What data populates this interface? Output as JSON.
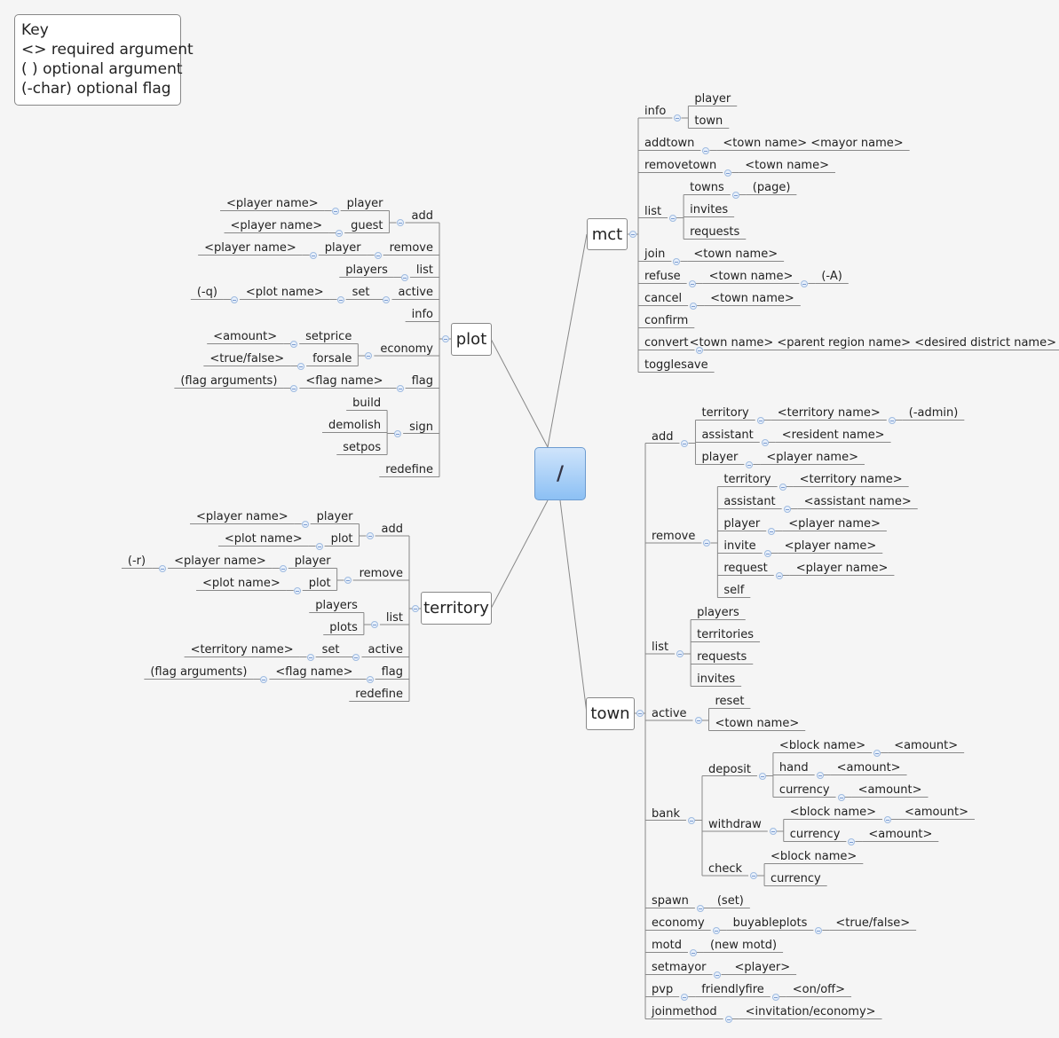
{
  "key": {
    "title": "Key",
    "lines": [
      "<> required argument",
      "( ) optional argument",
      "(-char) optional flag"
    ]
  },
  "root": {
    "label": "/"
  },
  "mct": {
    "label": "mct",
    "commands": [
      {
        "label": "info",
        "children": [
          {
            "label": "player"
          },
          {
            "label": "town"
          }
        ]
      },
      {
        "label": "addtown",
        "children": [
          {
            "label": "<town name> <mayor name>"
          }
        ]
      },
      {
        "label": "removetown",
        "children": [
          {
            "label": "<town name>"
          }
        ]
      },
      {
        "label": "list",
        "children": [
          {
            "label": "towns",
            "children": [
              {
                "label": "(page)"
              }
            ]
          },
          {
            "label": "invites"
          },
          {
            "label": "requests"
          }
        ]
      },
      {
        "label": "join",
        "children": [
          {
            "label": "<town name>"
          }
        ]
      },
      {
        "label": "refuse",
        "children": [
          {
            "label": "<town name>",
            "children": [
              {
                "label": "(-A)"
              }
            ]
          }
        ]
      },
      {
        "label": "cancel",
        "children": [
          {
            "label": "<town name>"
          }
        ]
      },
      {
        "label": "confirm"
      },
      {
        "label": "convert",
        "children": [
          {
            "label": "<town name> <parent region name> <desired district name>"
          }
        ]
      },
      {
        "label": "togglesave"
      }
    ]
  },
  "town": {
    "label": "town",
    "commands": [
      {
        "label": "add",
        "children": [
          {
            "label": "territory",
            "children": [
              {
                "label": "<territory name>",
                "children": [
                  {
                    "label": "(-admin)"
                  }
                ]
              }
            ]
          },
          {
            "label": "assistant",
            "children": [
              {
                "label": "<resident name>"
              }
            ]
          },
          {
            "label": "player",
            "children": [
              {
                "label": "<player name>"
              }
            ]
          }
        ]
      },
      {
        "label": "remove",
        "children": [
          {
            "label": "territory",
            "children": [
              {
                "label": "<territory name>"
              }
            ]
          },
          {
            "label": "assistant",
            "children": [
              {
                "label": "<assistant name>"
              }
            ]
          },
          {
            "label": "player",
            "children": [
              {
                "label": "<player name>"
              }
            ]
          },
          {
            "label": "invite",
            "children": [
              {
                "label": "<player name>"
              }
            ]
          },
          {
            "label": "request",
            "children": [
              {
                "label": "<player name>"
              }
            ]
          },
          {
            "label": "self"
          }
        ]
      },
      {
        "label": "list",
        "children": [
          {
            "label": "players"
          },
          {
            "label": "territories"
          },
          {
            "label": "requests"
          },
          {
            "label": "invites"
          }
        ]
      },
      {
        "label": "active",
        "children": [
          {
            "label": "reset"
          },
          {
            "label": "<town name>"
          }
        ]
      },
      {
        "label": "bank",
        "children": [
          {
            "label": "deposit",
            "children": [
              {
                "label": "<block name>",
                "children": [
                  {
                    "label": "<amount>"
                  }
                ]
              },
              {
                "label": "hand",
                "children": [
                  {
                    "label": "<amount>"
                  }
                ]
              },
              {
                "label": "currency",
                "children": [
                  {
                    "label": "<amount>"
                  }
                ]
              }
            ]
          },
          {
            "label": "withdraw",
            "children": [
              {
                "label": "<block name>",
                "children": [
                  {
                    "label": "<amount>"
                  }
                ]
              },
              {
                "label": "currency",
                "children": [
                  {
                    "label": "<amount>"
                  }
                ]
              }
            ]
          },
          {
            "label": "check",
            "children": [
              {
                "label": "<block name>"
              },
              {
                "label": "currency"
              }
            ]
          }
        ]
      },
      {
        "label": "spawn",
        "children": [
          {
            "label": "(set)"
          }
        ]
      },
      {
        "label": "economy",
        "children": [
          {
            "label": "buyableplots",
            "children": [
              {
                "label": "<true/false>"
              }
            ]
          }
        ]
      },
      {
        "label": "motd",
        "children": [
          {
            "label": "(new motd)"
          }
        ]
      },
      {
        "label": "setmayor",
        "children": [
          {
            "label": "<player>"
          }
        ]
      },
      {
        "label": "pvp",
        "children": [
          {
            "label": "friendlyfire",
            "children": [
              {
                "label": "<on/off>"
              }
            ]
          }
        ]
      },
      {
        "label": "joinmethod",
        "children": [
          {
            "label": "<invitation/economy>"
          }
        ]
      }
    ]
  },
  "plot": {
    "label": "plot",
    "commands": [
      {
        "label": "add",
        "children": [
          {
            "label": "player",
            "children": [
              {
                "label": "<player name>"
              }
            ]
          },
          {
            "label": "guest",
            "children": [
              {
                "label": "<player name>"
              }
            ]
          }
        ]
      },
      {
        "label": "remove",
        "children": [
          {
            "label": "player",
            "children": [
              {
                "label": "<player name>"
              }
            ]
          }
        ]
      },
      {
        "label": "list",
        "children": [
          {
            "label": "players"
          }
        ]
      },
      {
        "label": "active",
        "children": [
          {
            "label": "set",
            "children": [
              {
                "label": "<plot name>",
                "children": [
                  {
                    "label": "(-q)"
                  }
                ]
              }
            ]
          }
        ]
      },
      {
        "label": "info"
      },
      {
        "label": "economy",
        "children": [
          {
            "label": "setprice",
            "children": [
              {
                "label": "<amount>"
              }
            ]
          },
          {
            "label": "forsale",
            "children": [
              {
                "label": "<true/false>"
              }
            ]
          }
        ]
      },
      {
        "label": "flag",
        "children": [
          {
            "label": "<flag name>",
            "children": [
              {
                "label": "(flag arguments)"
              }
            ]
          }
        ]
      },
      {
        "label": "sign",
        "children": [
          {
            "label": "build"
          },
          {
            "label": "demolish"
          },
          {
            "label": "setpos"
          }
        ]
      },
      {
        "label": "redefine"
      }
    ]
  },
  "territory": {
    "label": "territory",
    "commands": [
      {
        "label": "add",
        "children": [
          {
            "label": "player",
            "children": [
              {
                "label": "<player name>"
              }
            ]
          },
          {
            "label": "plot",
            "children": [
              {
                "label": "<plot name>"
              }
            ]
          }
        ]
      },
      {
        "label": "remove",
        "children": [
          {
            "label": "player",
            "children": [
              {
                "label": "<player name>",
                "children": [
                  {
                    "label": "(-r)"
                  }
                ]
              }
            ]
          },
          {
            "label": "plot",
            "children": [
              {
                "label": "<plot name>"
              }
            ]
          }
        ]
      },
      {
        "label": "list",
        "children": [
          {
            "label": "players"
          },
          {
            "label": "plots"
          }
        ]
      },
      {
        "label": "active",
        "children": [
          {
            "label": "set",
            "children": [
              {
                "label": "<territory name>"
              }
            ]
          }
        ]
      },
      {
        "label": "flag",
        "children": [
          {
            "label": "<flag name>",
            "children": [
              {
                "label": "(flag arguments)"
              }
            ]
          }
        ]
      },
      {
        "label": "redefine"
      }
    ]
  }
}
